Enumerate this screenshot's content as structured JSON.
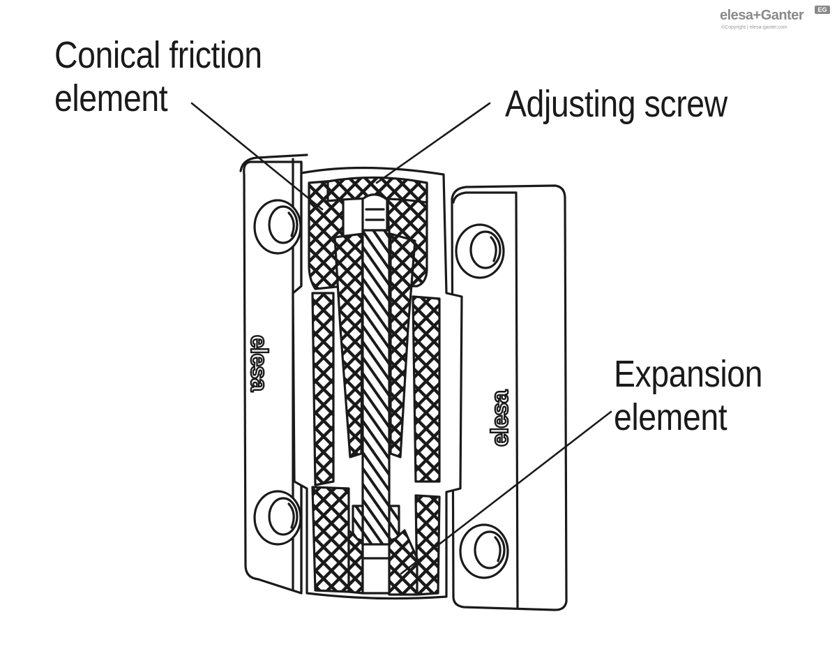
{
  "callouts": {
    "conical_line1": "Conical friction",
    "conical_line2": "element",
    "adjusting": "Adjusting screw",
    "expansion_line1": "Expansion",
    "expansion_line2": "element"
  },
  "engraving": {
    "left_leaf": "elesa",
    "right_leaf": "elesa"
  },
  "logo": {
    "main": "elesa+Ganter",
    "badge": "EG",
    "sub": "©Copyright | elesa-ganter.com"
  },
  "colors": {
    "line": "#1a1a1a",
    "logo": "#8a8a8a",
    "background": "#ffffff"
  }
}
